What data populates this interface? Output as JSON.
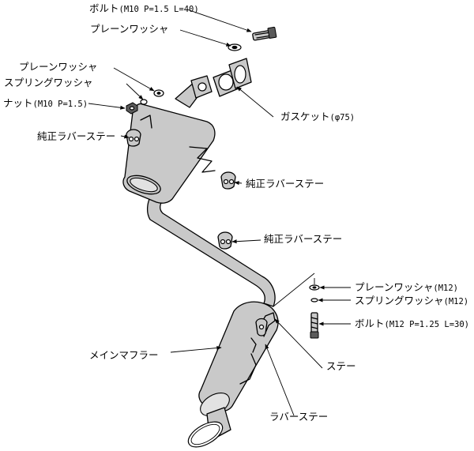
{
  "labels": {
    "bolt_m10": "ボルト",
    "bolt_m10_spec": "(M10 P=1.5 L=40)",
    "plain_washer_top": "プレーンワッシャ",
    "plain_washer_left": "プレーンワッシャ",
    "spring_washer_left": "スプリングワッシャ",
    "nut": "ナット",
    "nut_spec": "(M10 P=1.5)",
    "gasket": "ガスケット",
    "gasket_spec": "(φ75)",
    "rubber_stay_1": "純正ラバーステー",
    "rubber_stay_2": "純正ラバーステー",
    "rubber_stay_3": "純正ラバーステー",
    "plain_washer_m12": "プレーンワッシャ",
    "plain_washer_m12_spec": "(M12)",
    "spring_washer_m12": "スプリングワッシャ",
    "spring_washer_m12_spec": "(M12)",
    "bolt_m12": "ボルト",
    "bolt_m12_spec": "(M12 P=1.25 L=30)",
    "main_muffler": "メインマフラー",
    "stay": "ステー",
    "rubber_stay": "ラバーステー"
  }
}
